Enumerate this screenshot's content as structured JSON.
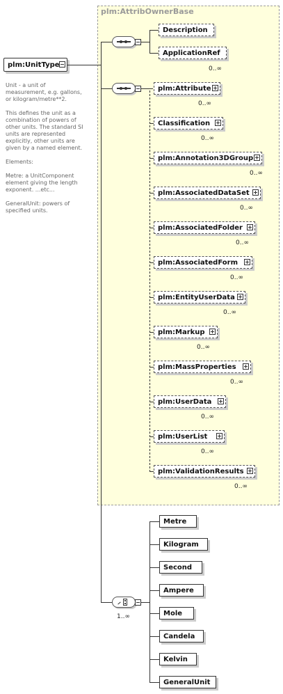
{
  "root": {
    "label": "plm:UnitType"
  },
  "documentation": [
    "Unit - a unit of measurement, e.g. gallons, or kilogram/metre**2.",
    "This defines the unit as a combination of powers of other units. The standard SI units are represented explicitly, other units are given by a named element.",
    "Elements:",
    "Metre: a UnitComponent element giving the length exponent. ...etc...",
    "GeneralUnit: powers of specified units."
  ],
  "base": {
    "title": "plm:AttribOwnerBase",
    "seq1": {
      "description": "Description",
      "applicationref": "ApplicationRef",
      "applicationref_card": "0..∞"
    },
    "seq2": [
      {
        "label": "plm:Attribute",
        "card": "0..∞"
      },
      {
        "label": "Classification",
        "card": "0..∞"
      },
      {
        "label": "plm:Annotation3DGroup",
        "card": "0..∞"
      },
      {
        "label": "plm:AssociatedDataSet",
        "card": "0..∞"
      },
      {
        "label": "plm:AssociatedFolder",
        "card": "0..∞"
      },
      {
        "label": "plm:AssociatedForm",
        "card": "0..∞"
      },
      {
        "label": "plm:EntityUserData",
        "card": "0..∞"
      },
      {
        "label": "plm:Markup",
        "card": "0..∞"
      },
      {
        "label": "plm:MassProperties",
        "card": "0..∞"
      },
      {
        "label": "plm:UserData",
        "card": "0..∞"
      },
      {
        "label": "plm:UserList",
        "card": "0..∞"
      },
      {
        "label": "plm:ValidationResults",
        "card": "0..∞"
      }
    ]
  },
  "choice": {
    "card": "1..∞",
    "items": [
      "Metre",
      "Kilogram",
      "Second",
      "Ampere",
      "Mole",
      "Candela",
      "Kelvin",
      "GeneralUnit"
    ]
  }
}
